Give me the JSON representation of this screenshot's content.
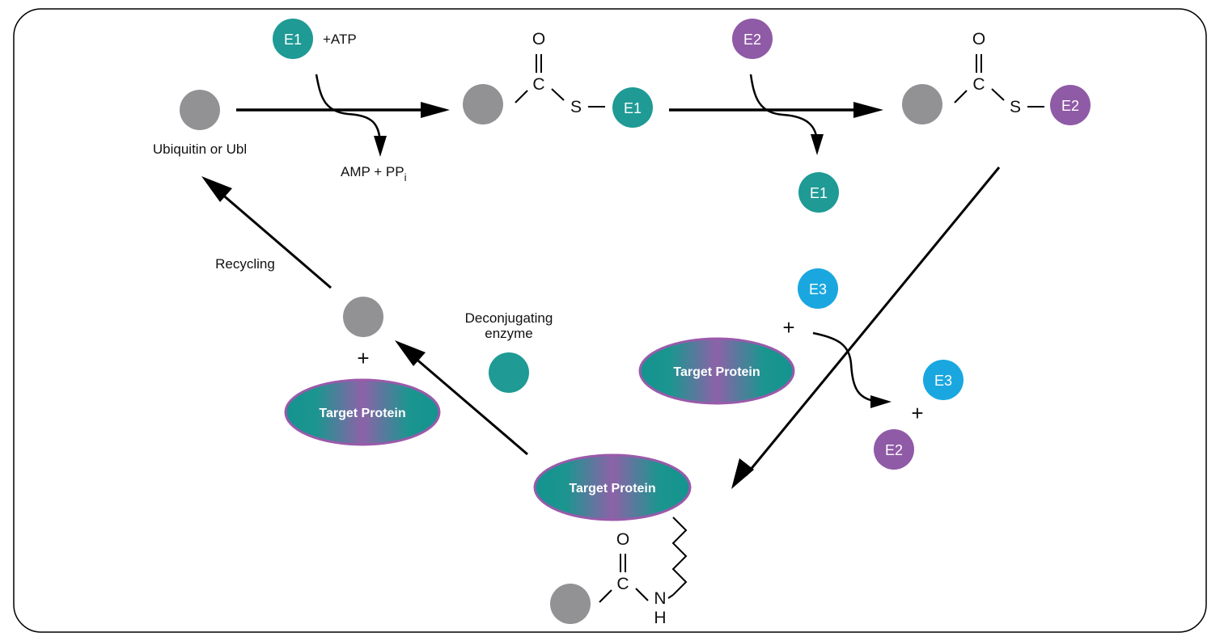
{
  "colors": {
    "e1": "#1f9a95",
    "e2": "#8f5aa6",
    "e3": "#1aa7e0",
    "ubiquitin": "#929295",
    "protein_edge": "#9a5aaa",
    "protein_center": "#8a63a8",
    "protein_side": "#16948f",
    "line": "#000000",
    "frame": "#000000"
  },
  "labels": {
    "ubiquitin": "Ubiquitin or Ubl",
    "atp": "+ATP",
    "amp": "AMP + PP",
    "amp_sub": "i",
    "recycling": "Recycling",
    "deconj_line1": "Deconjugating",
    "deconj_line2": "enzyme",
    "plus": "+"
  },
  "nodes": {
    "e1": "E1",
    "e2": "E2",
    "e3": "E3",
    "target_protein": "Target Protein"
  },
  "chem": {
    "o": "O",
    "c": "C",
    "s": "S",
    "n": "N",
    "h": "H"
  }
}
